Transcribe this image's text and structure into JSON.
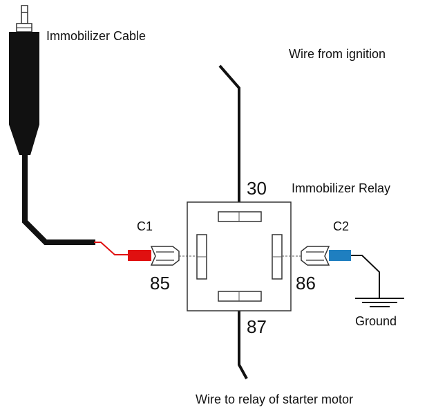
{
  "labels": {
    "immobilizer_cable": "Immobilizer Cable",
    "wire_from_ignition": "Wire from ignition",
    "immobilizer_relay": "Immobilizer Relay",
    "c1": "C1",
    "c2": "C2",
    "ground": "Ground",
    "wire_to_starter": "Wire to relay of starter motor"
  },
  "pins": {
    "p30": "30",
    "p85": "85",
    "p86": "86",
    "p87": "87"
  },
  "colors": {
    "wire": "#111111",
    "red_wire": "#e01010",
    "connector_red": "#e01010",
    "connector_blue": "#1f7fc0"
  }
}
